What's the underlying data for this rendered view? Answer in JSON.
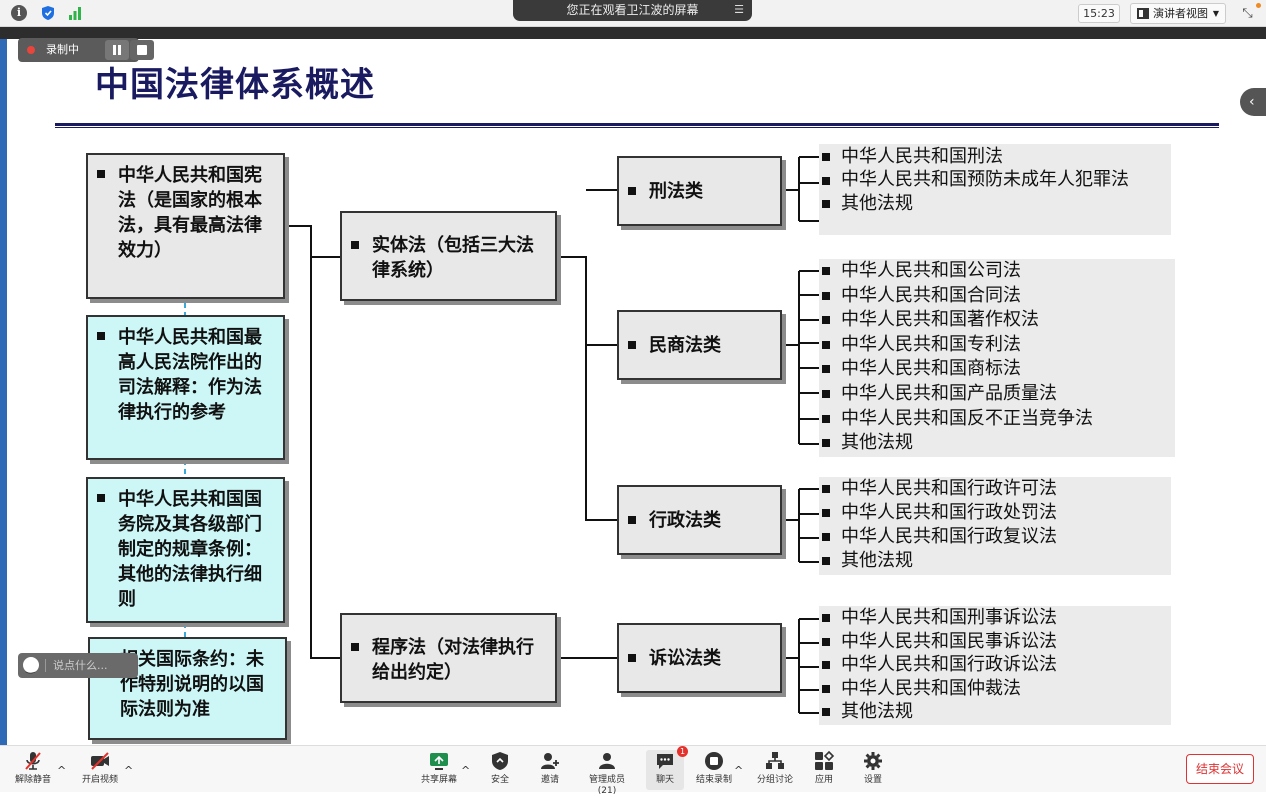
{
  "topbar": {
    "share_banner": "您正在观看卫江波的屏幕",
    "clock": "15:23",
    "view_label": "演讲者视图"
  },
  "recording": {
    "label": "录制中"
  },
  "chat": {
    "placeholder": "说点什么..."
  },
  "slide": {
    "title": "中国法律体系概述",
    "hierarchy": [
      "中华人民共和国宪法（是国家的根本法，具有最高法律效力）",
      "中华人民共和国最高人民法院作出的司法解释：作为法律执行的参考",
      "中华人民共和国国务院及其各级部门制定的规章条例：其他的法律执行细则",
      "相关国际条约：未作特别说明的以国际法则为准"
    ],
    "branches": [
      "实体法（包括三大法律系统）",
      "程序法（对法律执行给出约定）"
    ],
    "categories": [
      "刑法类",
      "民商法类",
      "行政法类",
      "诉讼法类"
    ],
    "laws": {
      "criminal": [
        "中华人民共和国刑法",
        "中华人民共和国预防未成年人犯罪法",
        "其他法规"
      ],
      "civil": [
        "中华人民共和国公司法",
        "中华人民共和国合同法",
        "中华人民共和国著作权法",
        "中华人民共和国专利法",
        "中华人民共和国商标法",
        "中华人民共和国产品质量法",
        "中华人民共和国反不正当竞争法",
        "其他法规"
      ],
      "admin": [
        "中华人民共和国行政许可法",
        "中华人民共和国行政处罚法",
        "中华人民共和国行政复议法",
        "其他法规"
      ],
      "litigation": [
        "中华人民共和国刑事诉讼法",
        "中华人民共和国民事诉讼法",
        "中华人民共和国行政诉讼法",
        "中华人民共和国仲裁法",
        "其他法规"
      ]
    }
  },
  "toolbar": {
    "unmute": "解除静音",
    "video": "开启视频",
    "share": "共享屏幕",
    "security": "安全",
    "invite": "邀请",
    "participants": "管理成员(21)",
    "chat": "聊天",
    "chat_badge": "1",
    "end_record": "结束录制",
    "breakout": "分组讨论",
    "apps": "应用",
    "settings": "设置",
    "end_meeting": "结束会议"
  },
  "colors": {
    "title": "#1a1a60",
    "cyan_box": "#cdf7f7",
    "grey_box": "#e8e8e8",
    "end_button": "#dd3333"
  }
}
